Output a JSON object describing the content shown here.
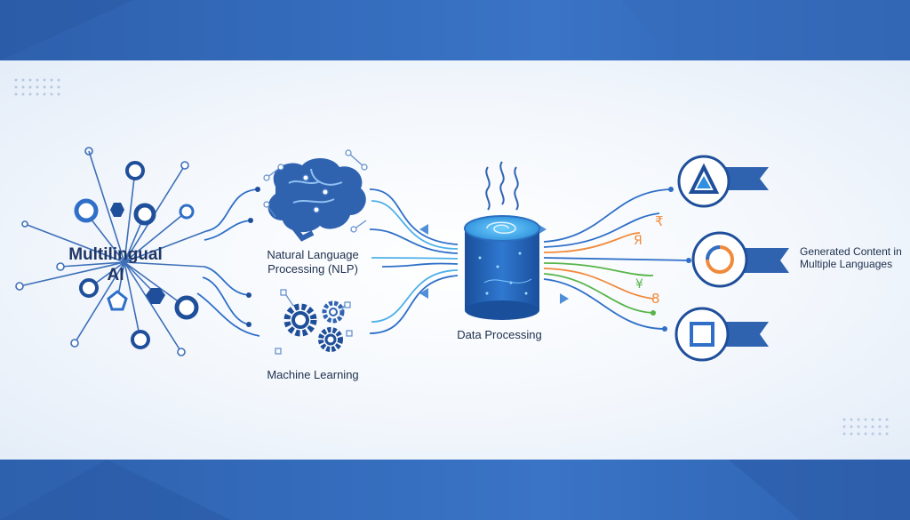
{
  "labels": {
    "multilingual_ai": "Multilingual AI",
    "nlp": "Natural Language Processing (NLP)",
    "machine_learning": "Machine Learning",
    "data_processing": "Data Processing",
    "generated_content": "Generated Content in Multiple Languages"
  },
  "glyphs": {
    "g1": "₹",
    "g2": "Я",
    "g3": "¥",
    "g4": "8"
  },
  "colors": {
    "primary_blue": "#2f63b0",
    "dark_blue": "#1f4f9a",
    "light_blue": "#4f8fd8",
    "orange": "#f08a3c",
    "green": "#58b54a"
  }
}
